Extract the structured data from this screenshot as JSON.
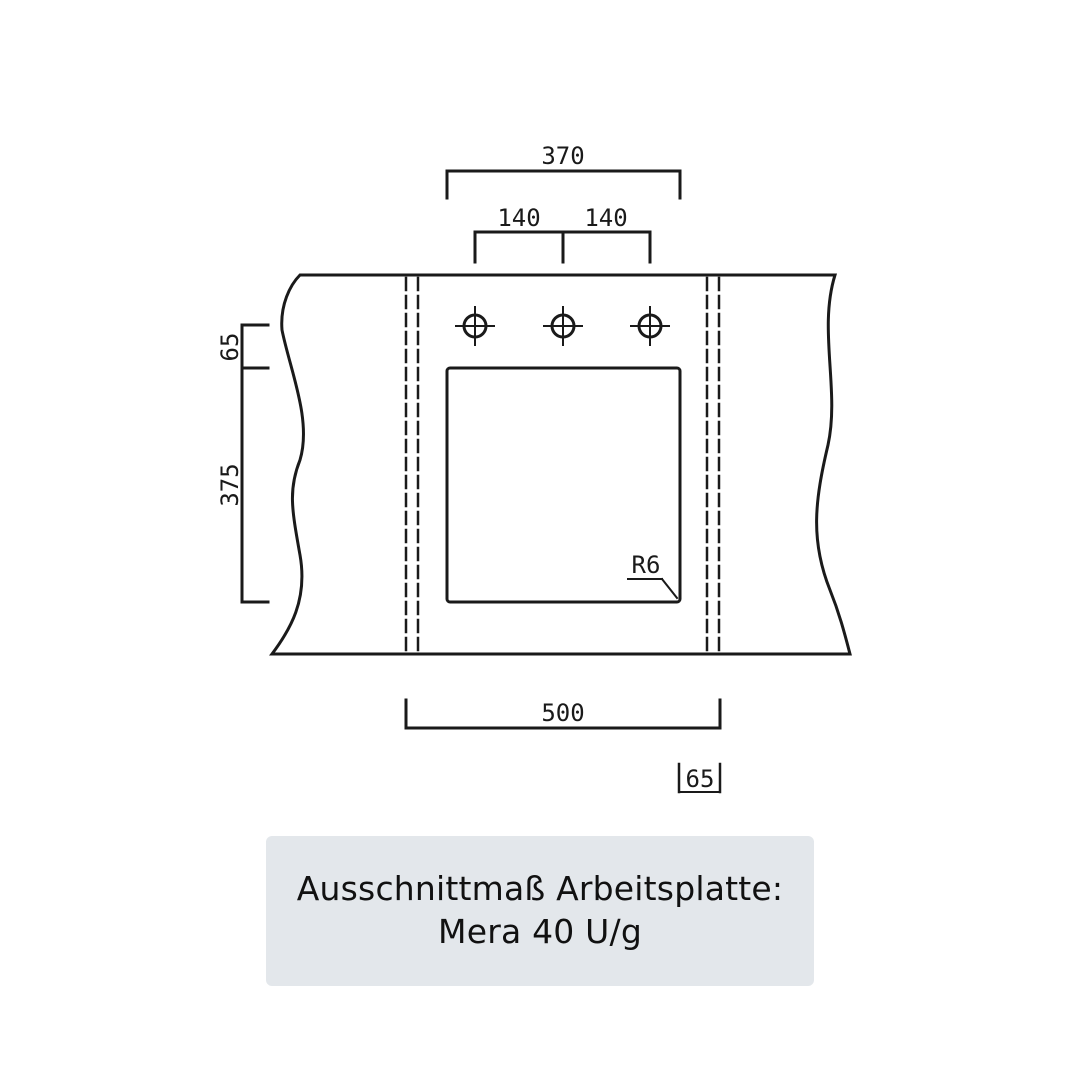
{
  "drawing": {
    "stroke_color": "#1a1a1a",
    "dimensions": {
      "top_total": "370",
      "top_left_spacing": "140",
      "top_right_spacing": "140",
      "left_top": "65",
      "left_height": "375",
      "corner_radius": "R6",
      "bottom_width": "500",
      "bottom_small": "65"
    }
  },
  "caption": {
    "line1": "Ausschnittmaß Arbeitsplatte:",
    "line2": "Mera 40 U/g",
    "background": "#e3e7eb"
  }
}
